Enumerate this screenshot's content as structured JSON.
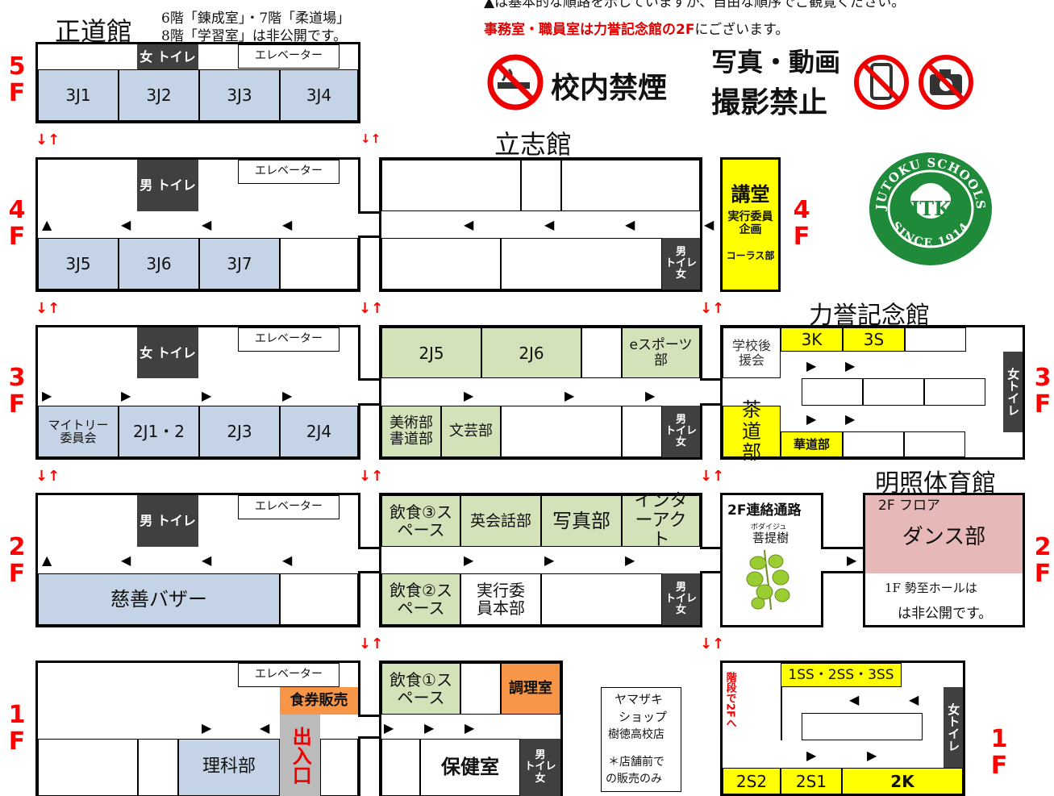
{
  "buildings": {
    "seido": "正道館",
    "risshi": "立志館",
    "rikiyo": "力誉記念館",
    "meisho": "明照体育館"
  },
  "notes": {
    "seido_note_1": "6階「錬成室」・7階「柔道場」",
    "seido_note_2": "8階「学習室」は非公開です。",
    "top_note": "▲は基本的な順路を示していますが、自由な順序でご観覧ください。",
    "office_red": "事務室・職員室は力誉記念館の2F",
    "office_rest": "にございます。",
    "no_smoking": "校内禁煙",
    "no_photo_1": "写真・動画",
    "no_photo_2": "撮影禁止"
  },
  "floors": {
    "f5": "5F",
    "f4": "4F",
    "f3": "3F",
    "f2": "2F",
    "f1": "1F"
  },
  "stairs": "↓↑",
  "common": {
    "elevator": "エレベーター",
    "women_toilet": "女 トイレ",
    "men_toilet": "男 トイレ",
    "toilet_m": "男",
    "toilet_mid": "トイレ",
    "toilet_f": "女",
    "toilet_vertical": "女トイレ"
  },
  "rooms": {
    "r3J1": "3J1",
    "r3J2": "3J2",
    "r3J3": "3J3",
    "r3J4": "3J4",
    "r3J5": "3J5",
    "r3J6": "3J6",
    "r3J7": "3J7",
    "mightly": "マイトリー委員会",
    "r2J12": "2J1・2",
    "r2J3": "2J3",
    "r2J4": "2J4",
    "bazaar": "慈善バザー",
    "rika": "理科部",
    "ticket": "食券販売",
    "entrance": "出入口",
    "hoken": "保健室",
    "r2J5": "2J5",
    "r2J6": "2J6",
    "esports": "eスポーツ部",
    "bijutsu": "美術部書道部",
    "bungei": "文芸部",
    "food3": "飲食③スペース",
    "eikaiwa": "英会話部",
    "shashin": "写真部",
    "interact": "インターアクト",
    "food2": "飲食②スペース",
    "jikko_hq": "実行委員本部",
    "food1": "飲食①スペース",
    "cooking": "調理室",
    "kodo": "講堂",
    "jikko_kikaku": "実行委員企画",
    "chorus": "コーラス部",
    "kouen": "学校後援会",
    "r3K": "3K",
    "r3S": "3S",
    "sado": "茶道部",
    "kado": "華道部",
    "corridor": "2F連絡通路",
    "bodaiju_ruby": "ボダイジュ",
    "bodaiju": "菩提樹",
    "floor2f": "2F フロア",
    "dance": "ダンス部",
    "seishi_1": "1F 勢至ホールは",
    "seishi_2": "は非公開です。",
    "r1SS": "1SS・2SS・3SS",
    "stairs_to_2f": "階段で2Fへ",
    "r2S2": "2S2",
    "r2S1": "2S1",
    "r2K": "2K",
    "yamazaki_1": "ヤマザキ",
    "yamazaki_2": "ショップ",
    "yamazaki_3": "樹徳高校店",
    "yamazaki_4": "＊店舗前で",
    "yamazaki_5": "の販売のみ"
  },
  "logo": {
    "top_text": "JUTOKU SCHOOLS",
    "bottom_text": "SINCE 1914",
    "monogram": "JTK",
    "color": "#1e8a3a"
  },
  "colors": {
    "blue": "#c4d4e6",
    "green": "#d3e2b8",
    "yellow": "#ffff00",
    "orange": "#f79646",
    "pink": "#e6b8b7",
    "red": "#ff0000"
  }
}
